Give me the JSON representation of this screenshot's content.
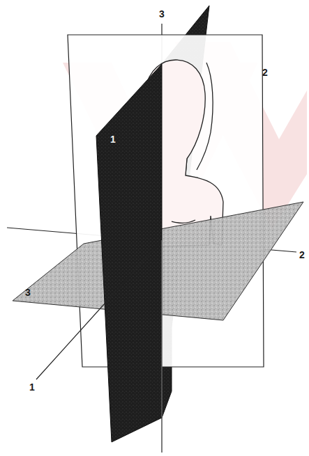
{
  "diagram": {
    "labels": [
      "3",
      "2",
      "1",
      "2",
      "3",
      "1"
    ]
  }
}
